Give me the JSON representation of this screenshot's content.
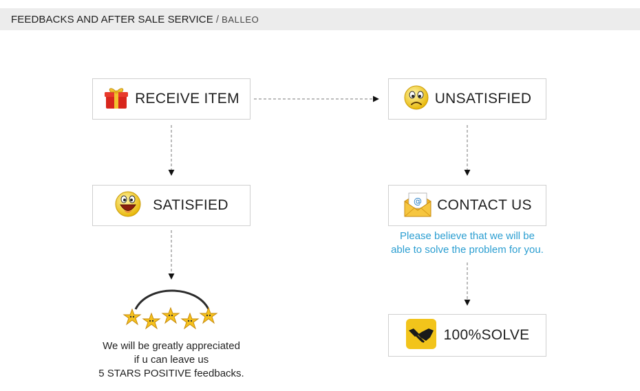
{
  "header": {
    "title": "FEEDBACKS AND AFTER SALE SERVICE",
    "separator": "/",
    "brand": "BALLEO"
  },
  "nodes": {
    "receive": {
      "label": "RECEIVE ITEM",
      "icon": "gift-icon"
    },
    "unsatisfied": {
      "label": "UNSATISFIED",
      "icon": "sad-face-icon"
    },
    "satisfied": {
      "label": "SATISFIED",
      "icon": "happy-face-icon"
    },
    "contact": {
      "label": "CONTACT US",
      "icon": "email-envelope-icon"
    },
    "solve": {
      "label": "100%SOLVE",
      "icon": "handshake-icon"
    }
  },
  "notes": {
    "contact_lines": [
      "Please believe that we will be",
      "able to solve the problem for you."
    ],
    "feedback_lines": [
      "We will be greatly appreciated",
      "if u can leave us",
      "5 STARS POSITIVE feedbacks."
    ]
  },
  "colors": {
    "note_blue": "#2b9ed1",
    "header_bg": "#ececec",
    "box_border": "#cfcfcf"
  },
  "stars_icon": "five-stars-icon"
}
